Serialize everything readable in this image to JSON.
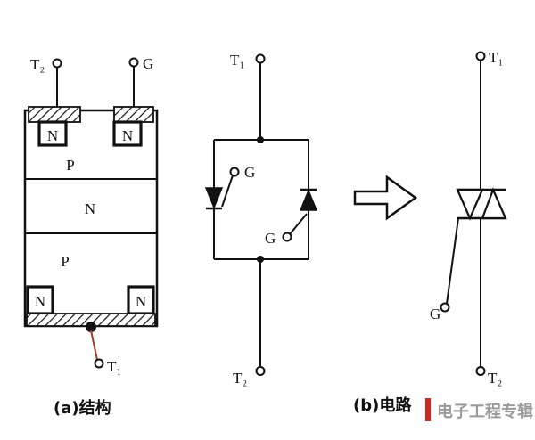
{
  "page": {
    "background": "#ffffff"
  },
  "colors": {
    "line": "#111111",
    "t1_lead_red": "#a33a2a",
    "watermark_bar_red": "#d3281e",
    "watermark_text_gray": "#9a9a9a"
  },
  "structure_panel": {
    "terminal_t2": "T₂",
    "terminal_g": "G",
    "terminal_t1": "T₁",
    "n_top_left": "N",
    "n_top_right": "N",
    "p_upper": "P",
    "n_middle": "N",
    "p_lower": "P",
    "n_bottom_left": "N",
    "n_bottom_right": "N",
    "caption": "(a)结构"
  },
  "circuit_panel": {
    "terminal_t1": "T₁",
    "terminal_t2": "T₂",
    "gate_upper": "G",
    "gate_lower": "G",
    "caption": "(b)电路"
  },
  "triac_panel": {
    "terminal_t1": "T₁",
    "terminal_t2": "T₂",
    "gate": "G"
  },
  "watermark": {
    "brand": "电子工程专辑"
  }
}
